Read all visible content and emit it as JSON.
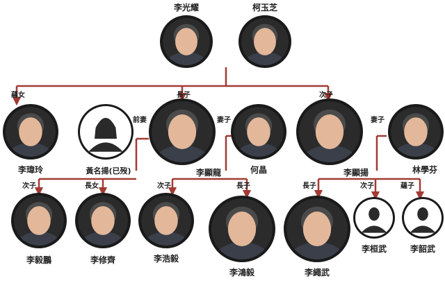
{
  "colors": {
    "line": "#a33a33",
    "ring": "#1a1a1a",
    "face": "#e3b79a",
    "placeholder_fill": "#ffffff",
    "placeholder_glyph": "#2a2a2a"
  },
  "people": {
    "lee_kuan_yew": {
      "name": "李光耀"
    },
    "kwa_geok_choo": {
      "name": "柯玉芝"
    },
    "lee_wei_ling": {
      "name": "李瑋玲",
      "relation": "蘊女"
    },
    "wong_ming_yang": {
      "name": "黃名揚(已歿)",
      "relation": "前妻"
    },
    "lee_hsien_loong": {
      "name": "李顯龍",
      "relation": "長子"
    },
    "ho_ching": {
      "name": "何晶",
      "relation": "妻子"
    },
    "lee_hsien_yang": {
      "name": "李顯揚",
      "relation": "次子"
    },
    "lee_suet_fern": {
      "name": "林學芬",
      "relation": "妻子"
    },
    "li_yipeng": {
      "name": "李毅鵬",
      "relation": "次子"
    },
    "li_xiuqi": {
      "name": "李修齊",
      "relation": "長女"
    },
    "li_haoyi": {
      "name": "李浩毅",
      "relation": "次子"
    },
    "li_hongyi": {
      "name": "李鴻毅",
      "relation": "長子"
    },
    "li_shengwu": {
      "name": "李繩武",
      "relation": "長子"
    },
    "li_huanwu": {
      "name": "李桓武",
      "relation": "次子"
    },
    "li_shaowu": {
      "name": "李韶武",
      "relation": "蘊子"
    }
  }
}
